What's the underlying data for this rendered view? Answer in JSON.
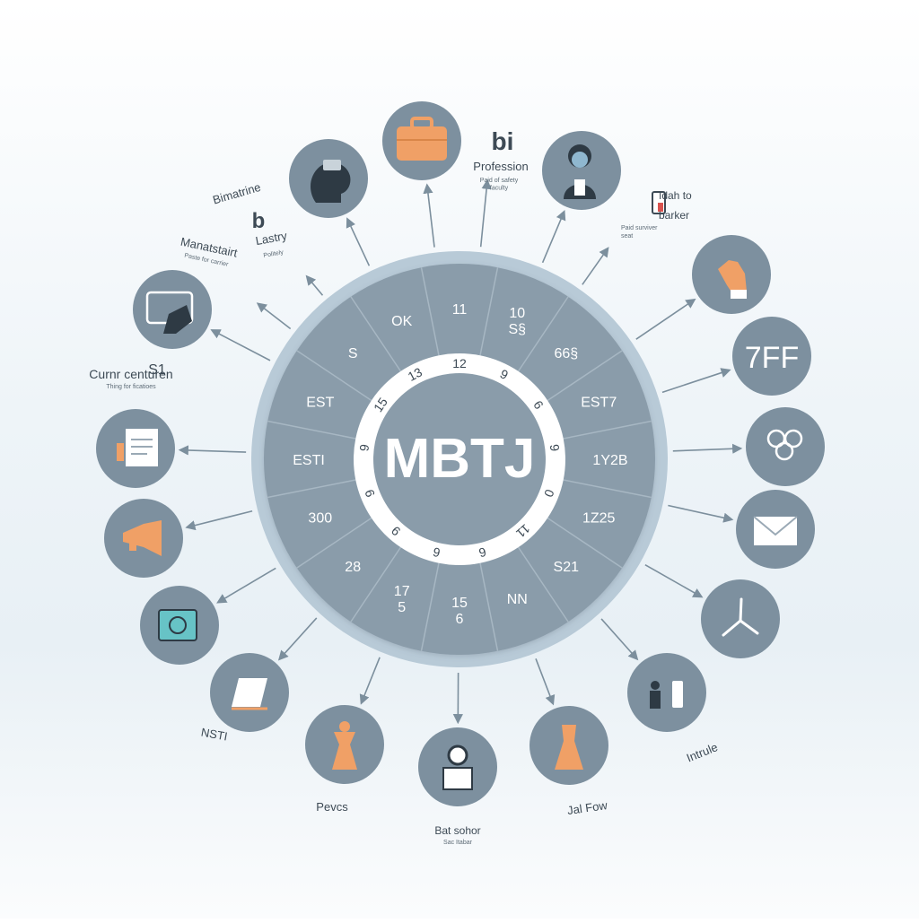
{
  "center": {
    "title": "MBTJ"
  },
  "ring": {
    "inner_numbers": [
      "12",
      "9",
      "6",
      "9",
      "0",
      "11",
      "6",
      "6",
      "9",
      "9",
      "9",
      "15",
      "13"
    ],
    "outer_segments": [
      "11",
      "10\nS§",
      "66§",
      "EST7",
      "1Y2B",
      "1Z25",
      "S21",
      "NN",
      "15\n6",
      "17\n5",
      "28",
      "300",
      "ESTI",
      "EST",
      "S",
      "OK"
    ]
  },
  "nodes": [
    {
      "icon": "head-silhouette-icon",
      "label": "Bimatrine",
      "sublabel": "",
      "extra": "b"
    },
    {
      "icon": "briefcase-icon",
      "label": "",
      "sublabel": ""
    },
    {
      "icon": "",
      "label": "Profession",
      "sublabel": "Paid of safety\nfaculty",
      "extra": "bi"
    },
    {
      "icon": "person-icon",
      "label": "",
      "sublabel": ""
    },
    {
      "icon": "phone-icon",
      "label": "Idah to\nbarker",
      "sublabel": "Paid surviver\nseat"
    },
    {
      "icon": "hand-icon",
      "label": "",
      "sublabel": ""
    },
    {
      "icon": "text-icon",
      "label": "7FF",
      "sublabel": ""
    },
    {
      "icon": "rings-icon",
      "label": "",
      "sublabel": ""
    },
    {
      "icon": "envelope-icon",
      "label": "",
      "sublabel": ""
    },
    {
      "icon": "network-icon",
      "label": "",
      "sublabel": ""
    },
    {
      "icon": "people-icon",
      "label": "Intrule",
      "sublabel": ""
    },
    {
      "icon": "dress-icon",
      "label": "Jal Fow",
      "sublabel": ""
    },
    {
      "icon": "laptop-person-icon",
      "label": "Bat sohor",
      "sublabel": "Sac Itabar"
    },
    {
      "icon": "figure-icon",
      "label": "Pevcs",
      "sublabel": ""
    },
    {
      "icon": "notebook-icon",
      "label": "NSTI",
      "sublabel": ""
    },
    {
      "icon": "screen-icon",
      "label": "",
      "sublabel": ""
    },
    {
      "icon": "megaphone-icon",
      "label": "",
      "sublabel": ""
    },
    {
      "icon": "document-icon",
      "label": "",
      "sublabel": ""
    },
    {
      "icon": "tablet-icon",
      "label": "Curnr centuren",
      "sublabel": "Thing for ficatioes",
      "extra": "S1"
    },
    {
      "icon": "",
      "label": "Manatstairt",
      "sublabel": "Paste for carrier"
    },
    {
      "icon": "",
      "label": "Lastry",
      "sublabel": "Politely",
      "extra": "b"
    }
  ],
  "colors": {
    "node_fill": "#7d909f",
    "disk_fill": "#8a9caa",
    "rim": "#b8cad7",
    "ring_white": "#ffffff",
    "accent_orange": "#f0a066",
    "accent_teal": "#67c3c6",
    "line": "#7c8f9d",
    "text_dark": "#3d4a55"
  }
}
